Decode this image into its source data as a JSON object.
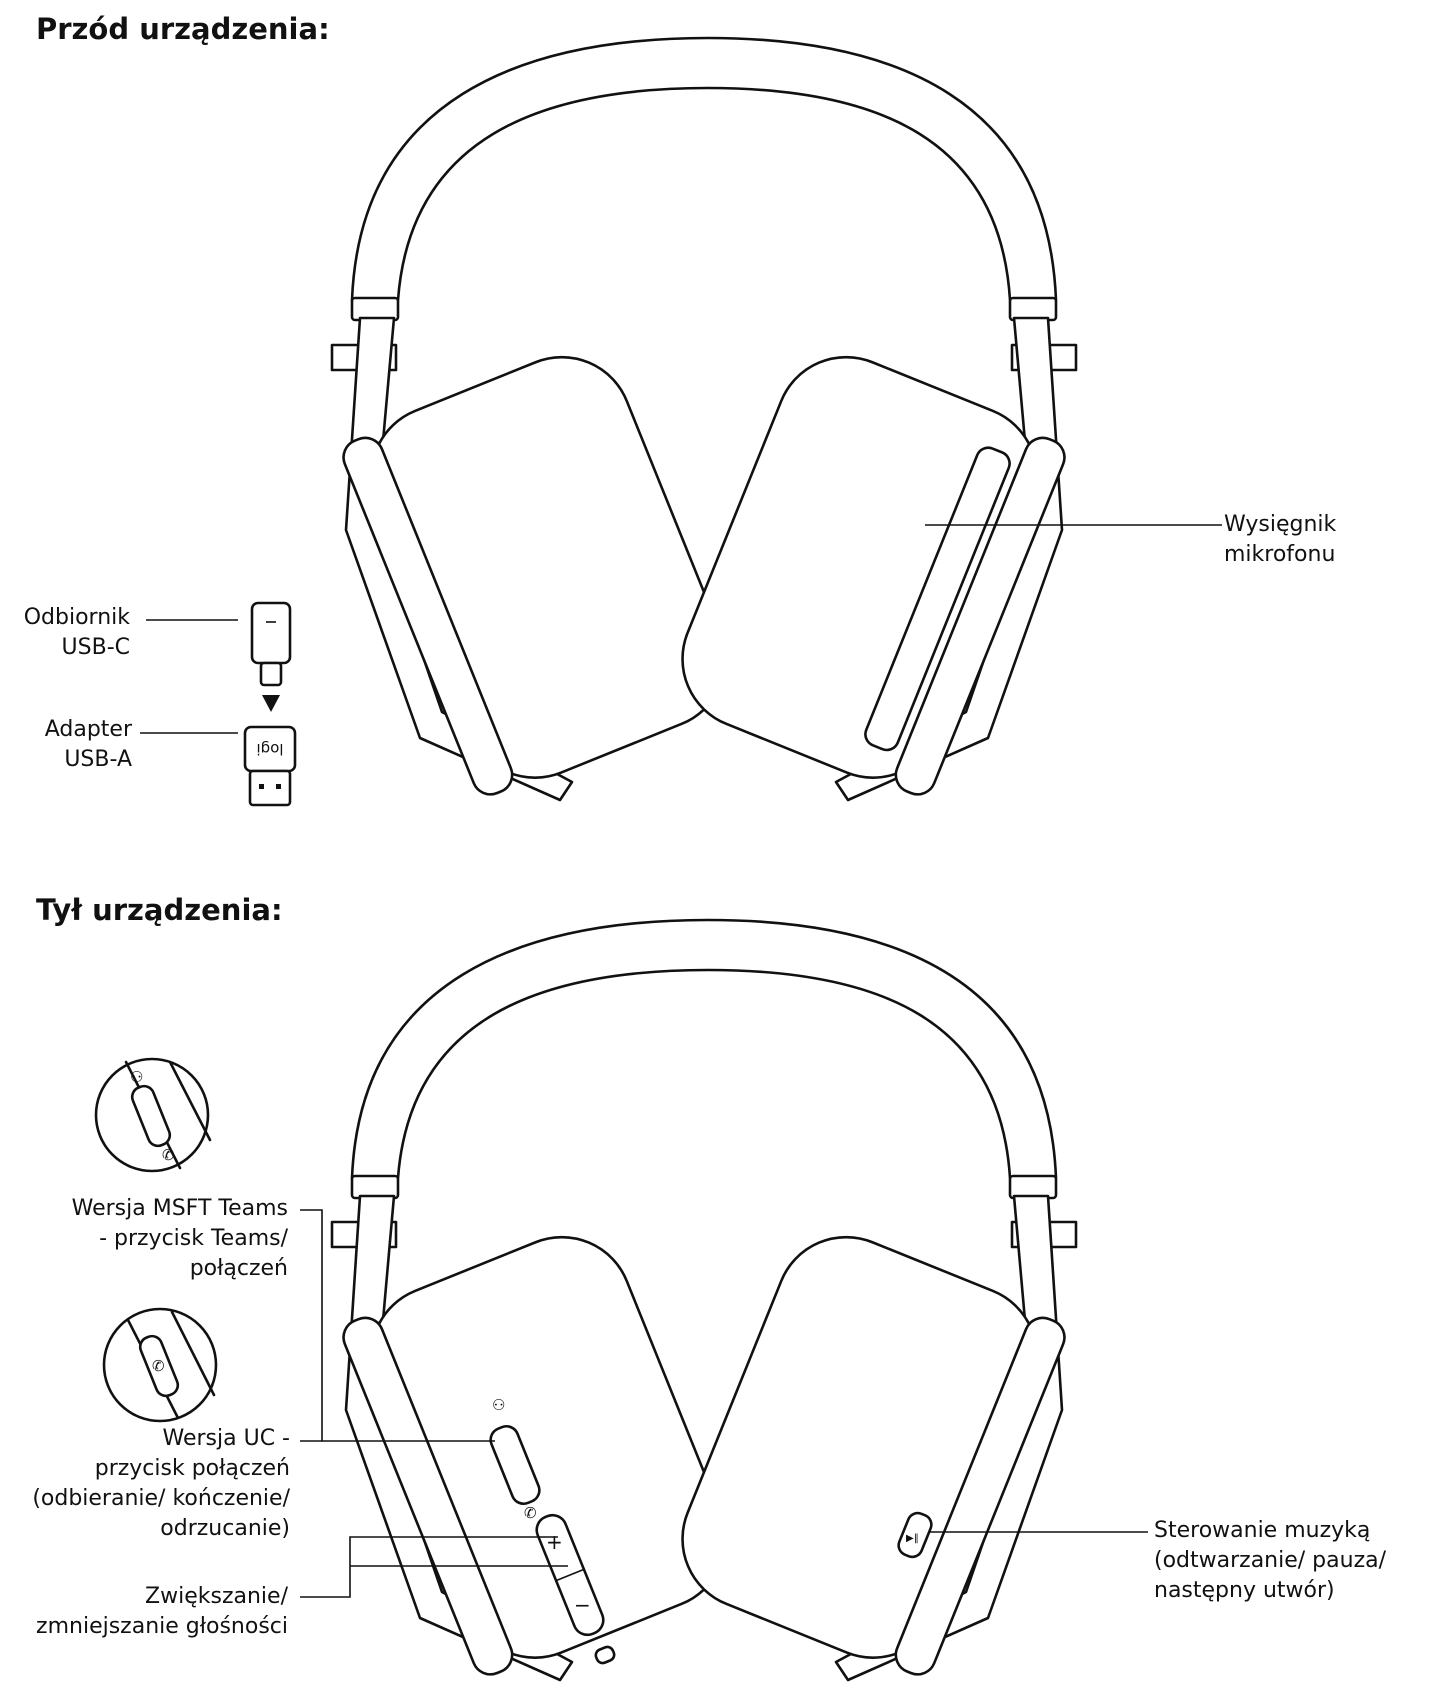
{
  "front": {
    "heading": "Przód urządzenia:",
    "mic_boom": [
      "Wysięgnik",
      "mikrofonu"
    ],
    "receiver": [
      "Odbiornik",
      "USB-C"
    ],
    "adapter": [
      "Adapter",
      "USB-A"
    ],
    "adapter_logo": "logi"
  },
  "back": {
    "heading": "Tył urządzenia:",
    "teams_button": [
      "Wersja MSFT Teams",
      "- przycisk Teams/",
      "połączeń"
    ],
    "uc_button": [
      "Wersja UC -",
      "przycisk połączeń",
      "(odbieranie/ kończenie/",
      "odrzucanie)"
    ],
    "volume": [
      "Zwiększanie/",
      "zmniejszanie głośności"
    ],
    "music": [
      "Sterowanie muzyką",
      "(odtwarzanie/ pauza/",
      "następny utwór)"
    ]
  },
  "icons": {
    "volume_up": "+",
    "volume_down": "−",
    "call": "✆",
    "teams": "⚇",
    "play_pause": "▶‖"
  }
}
